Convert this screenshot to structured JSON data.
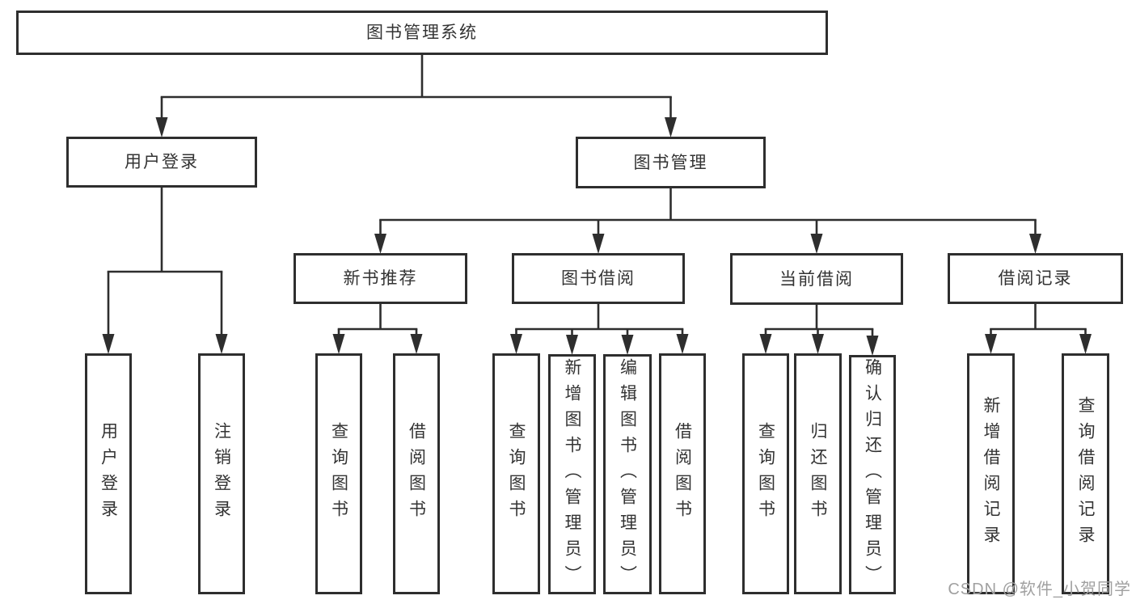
{
  "diagram_title": "图书管理系统",
  "watermark": "CSDN @软件_小贺同学",
  "nodes": [
    {
      "id": "root",
      "label": "图书管理系统",
      "parent": null,
      "orientation": "horizontal"
    },
    {
      "id": "user-login",
      "label": "用户登录",
      "parent": "root",
      "orientation": "horizontal"
    },
    {
      "id": "book-mgmt",
      "label": "图书管理",
      "parent": "root",
      "orientation": "horizontal"
    },
    {
      "id": "new-book-rec",
      "label": "新书推荐",
      "parent": "book-mgmt",
      "orientation": "horizontal"
    },
    {
      "id": "book-borrow",
      "label": "图书借阅",
      "parent": "book-mgmt",
      "orientation": "horizontal"
    },
    {
      "id": "current-borrow",
      "label": "当前借阅",
      "parent": "book-mgmt",
      "orientation": "horizontal"
    },
    {
      "id": "borrow-records",
      "label": "借阅记录",
      "parent": "book-mgmt",
      "orientation": "horizontal"
    },
    {
      "id": "login-leaf",
      "label": "用户登录",
      "parent": "user-login",
      "orientation": "vertical"
    },
    {
      "id": "logout-leaf",
      "label": "注销登录",
      "parent": "user-login",
      "orientation": "vertical"
    },
    {
      "id": "query-book-new",
      "label": "查询图书",
      "parent": "new-book-rec",
      "orientation": "vertical"
    },
    {
      "id": "borrow-book-new",
      "label": "借阅图书",
      "parent": "new-book-rec",
      "orientation": "vertical"
    },
    {
      "id": "query-book-borrow",
      "label": "查询图书",
      "parent": "book-borrow",
      "orientation": "vertical"
    },
    {
      "id": "add-book",
      "label": "新增图书（管理员）",
      "parent": "book-borrow",
      "orientation": "vertical"
    },
    {
      "id": "edit-book",
      "label": "编辑图书（管理员）",
      "parent": "book-borrow",
      "orientation": "vertical"
    },
    {
      "id": "borrow-book",
      "label": "借阅图书",
      "parent": "book-borrow",
      "orientation": "vertical"
    },
    {
      "id": "query-book-current",
      "label": "查询图书",
      "parent": "current-borrow",
      "orientation": "vertical"
    },
    {
      "id": "return-book",
      "label": "归还图书",
      "parent": "current-borrow",
      "orientation": "vertical"
    },
    {
      "id": "confirm-return",
      "label": "确认归还（管理员）",
      "parent": "current-borrow",
      "orientation": "vertical"
    },
    {
      "id": "add-borrow-record",
      "label": "新增借阅记录",
      "parent": "borrow-records",
      "orientation": "vertical"
    },
    {
      "id": "query-borrow-record",
      "label": "查询借阅记录",
      "parent": "borrow-records",
      "orientation": "vertical"
    }
  ],
  "colors": {
    "line": "#2e2e2e",
    "text": "#333333",
    "watermark": "#a0a0a0",
    "background": "#ffffff"
  }
}
